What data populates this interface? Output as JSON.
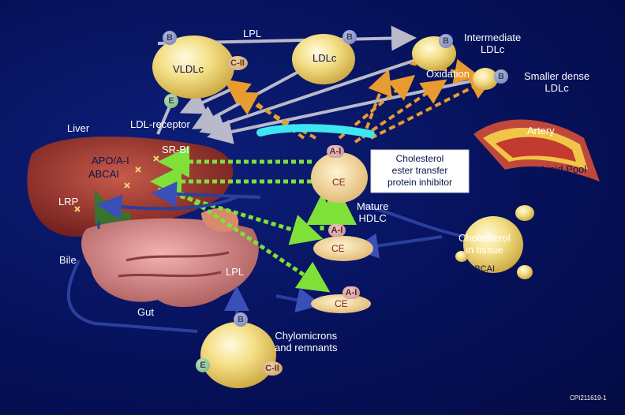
{
  "labels": {
    "lpl_top": "LPL",
    "ldlc": "LDLc",
    "vldlc": "VLDLc",
    "intermediate_ldlc": "Intermediate\nLDLc",
    "oxidation": "Oxidation",
    "smaller_dense_ldlc": "Smaller dense\nLDLc",
    "liver": "Liver",
    "ldl_receptor": "LDL-receptor",
    "artery": "Artery",
    "sr_bi": "SR-BI",
    "apo_ai": "APO/A-I",
    "abcai_left": "ABCAI",
    "cetp_inhibitor": "Cholesterol\nester transfer\nprotein inhibitor",
    "lipid_pool": "Lipid Pool",
    "lrp": "LRP",
    "mature_hdlc": "Mature\nHDLC",
    "cholesterol_in_tissue": "Cholesterol\nin tissue",
    "abcai_right": "ABCAI",
    "bile": "Bile",
    "lpl_bottom": "LPL",
    "gut": "Gut",
    "chylomicrons": "Chylomicrons\nand remnants",
    "footer_code": "CPI211619-1"
  },
  "apo_tags": {
    "b": "B",
    "c2": "C-II",
    "e": "E",
    "a1": "A-I",
    "ce": "CE"
  },
  "colors": {
    "background": "#06115a",
    "particle": "#f3e08a",
    "arrow_gray": "#b9b9c9",
    "arrow_orange": "#e89b2e",
    "arrow_green": "#7fe03a",
    "cetp_bar": "#3ee6f0"
  },
  "icons": {
    "liver": "liver-organ-icon",
    "artery": "artery-cross-section-icon",
    "gut": "gut-organ-icon"
  }
}
